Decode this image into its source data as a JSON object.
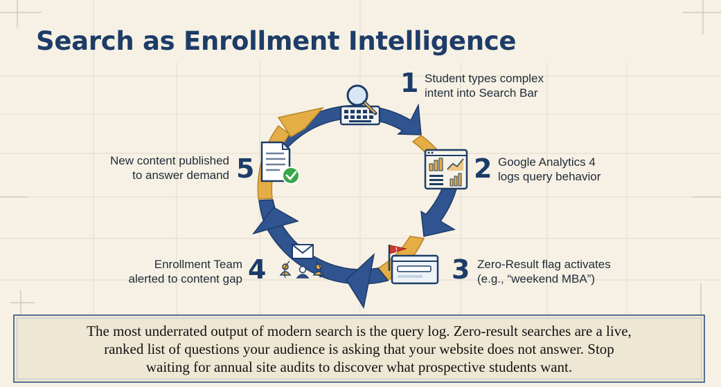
{
  "title": "Search as Enrollment Intelligence",
  "steps": [
    {
      "number": "1",
      "lines": [
        "Student types complex",
        "intent into Search Bar"
      ],
      "icon": "search-keyboard-icon"
    },
    {
      "number": "2",
      "lines": [
        "Google Analytics 4",
        "logs query behavior"
      ],
      "icon": "analytics-dashboard-icon"
    },
    {
      "number": "3",
      "lines": [
        "Zero-Result flag activates",
        "(e.g., “weekend MBA”)"
      ],
      "icon": "red-flag-window-icon"
    },
    {
      "number": "4",
      "lines": [
        "Enrollment Team",
        "alerted to content gap"
      ],
      "icon": "team-email-icon"
    },
    {
      "number": "5",
      "lines": [
        "New content published",
        "to answer demand"
      ],
      "icon": "document-check-icon"
    }
  ],
  "callout": {
    "lines": [
      "The most underrated output of modern search is the query log. Zero-result searches are a live,",
      "ranked list of questions your audience is asking that your website does not answer. Stop",
      "waiting for annual site audits to discover what prospective students want."
    ]
  },
  "colors": {
    "navy": "#2f5490",
    "gold": "#e4ad45",
    "title": "#1d3c68",
    "background": "#f6f1e4"
  }
}
